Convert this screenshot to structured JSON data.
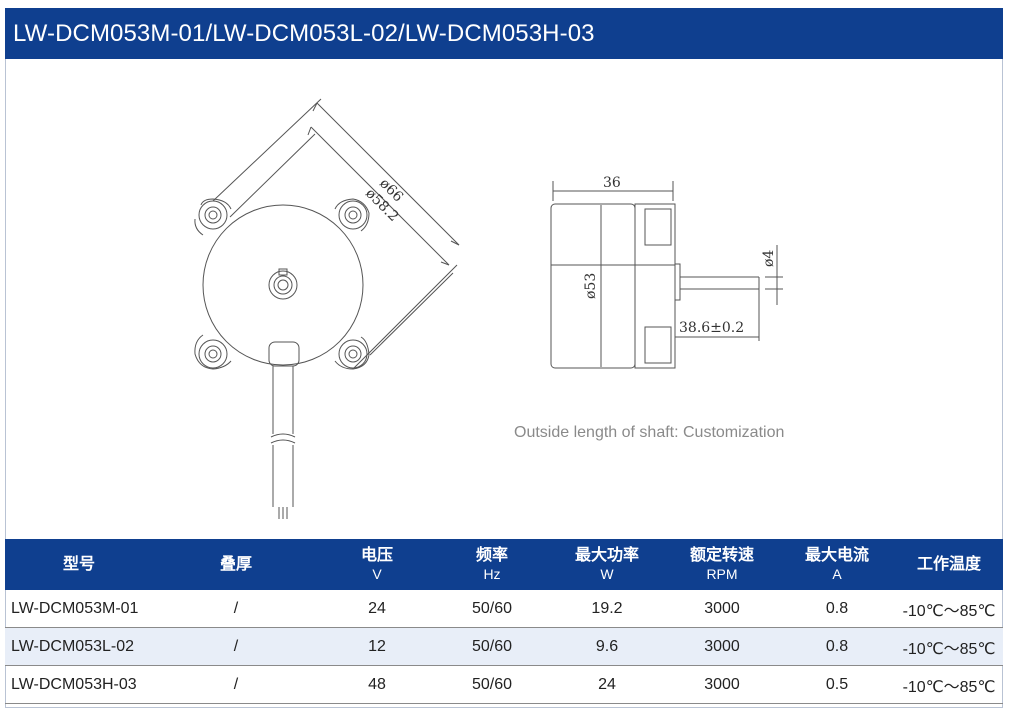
{
  "title": "LW-DCM053M-01/LW-DCM053L-02/LW-DCM053H-03",
  "drawing": {
    "dim_outer": "ø66",
    "dim_mount": "ø58.2",
    "dim_length": "36",
    "dim_diameter": "ø53",
    "dim_shaft": "ø4",
    "dim_shaft_length": "38.6±0.2"
  },
  "note": "Outside length of shaft: Customization",
  "table": {
    "headers": [
      {
        "label": "型号",
        "unit": ""
      },
      {
        "label": "叠厚",
        "unit": ""
      },
      {
        "label": "电压",
        "unit": "V"
      },
      {
        "label": "频率",
        "unit": "Hz"
      },
      {
        "label": "最大功率",
        "unit": "W"
      },
      {
        "label": "额定转速",
        "unit": "RPM"
      },
      {
        "label": "最大电流",
        "unit": "A"
      },
      {
        "label": "工作温度",
        "unit": ""
      }
    ],
    "rows": [
      [
        "LW-DCM053M-01",
        "/",
        "24",
        "50/60",
        "19.2",
        "3000",
        "0.8",
        "-10℃～85℃"
      ],
      [
        "LW-DCM053L-02",
        "/",
        "12",
        "50/60",
        "9.6",
        "3000",
        "0.8",
        "-10℃～85℃"
      ],
      [
        "LW-DCM053H-03",
        "/",
        "48",
        "50/60",
        "24",
        "3000",
        "0.5",
        "-10℃～85℃"
      ]
    ]
  },
  "colors": {
    "header_bg": "#0f3f8f",
    "alt_row": "#e8eef8"
  }
}
